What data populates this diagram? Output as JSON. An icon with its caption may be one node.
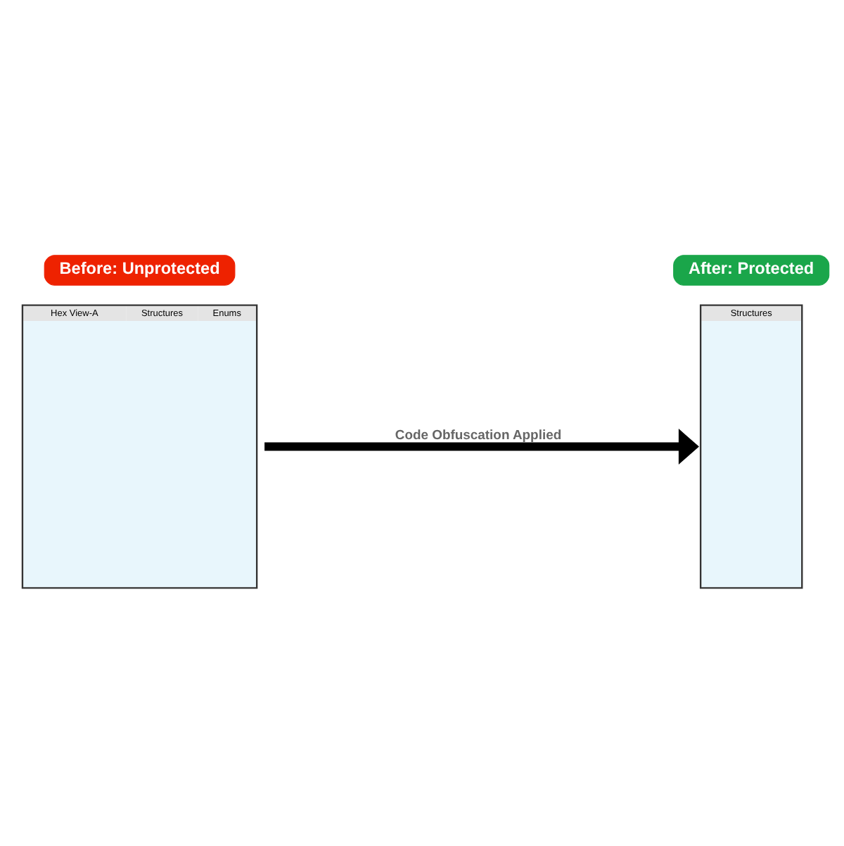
{
  "diagram": {
    "nodes": [
      {
        "text": [
          "Before: Unprotected"
        ]
      },
      {
        "text": [
          "Hex View-A",
          "Structures",
          "Enums"
        ]
      },
      {
        "text": [
          "After: Protected"
        ]
      },
      {
        "text": [
          "Structures"
        ]
      }
    ],
    "edges": [
      {
        "from": 1,
        "to": 3,
        "arrow": "to",
        "label": "Code Obfuscation Applied"
      }
    ]
  }
}
